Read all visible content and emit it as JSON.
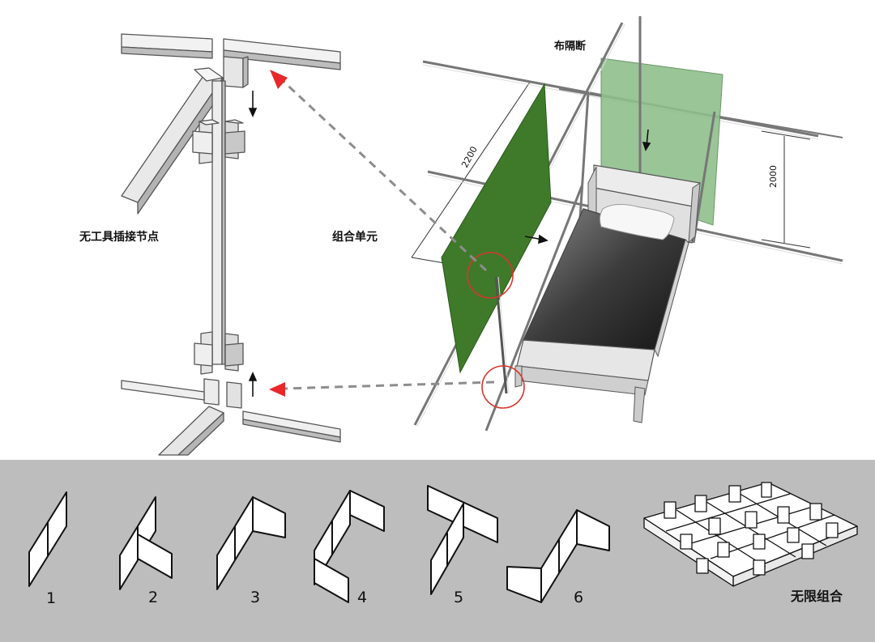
{
  "labels": {
    "connector": "无工具插接节点",
    "unit": "组合单元",
    "curtain": "布隔断",
    "infinite": "无限组合"
  },
  "dimensions": {
    "depth": "2200",
    "height": "2000"
  },
  "steps": [
    "1",
    "2",
    "3",
    "4",
    "5",
    "6"
  ],
  "colors": {
    "panel_dark": "#3f7a2a",
    "panel_light": "#8fbf8c",
    "arrow_red": "#e8282a",
    "circle_red": "#d9352c",
    "bottom_bg": "#bdbdbd"
  }
}
